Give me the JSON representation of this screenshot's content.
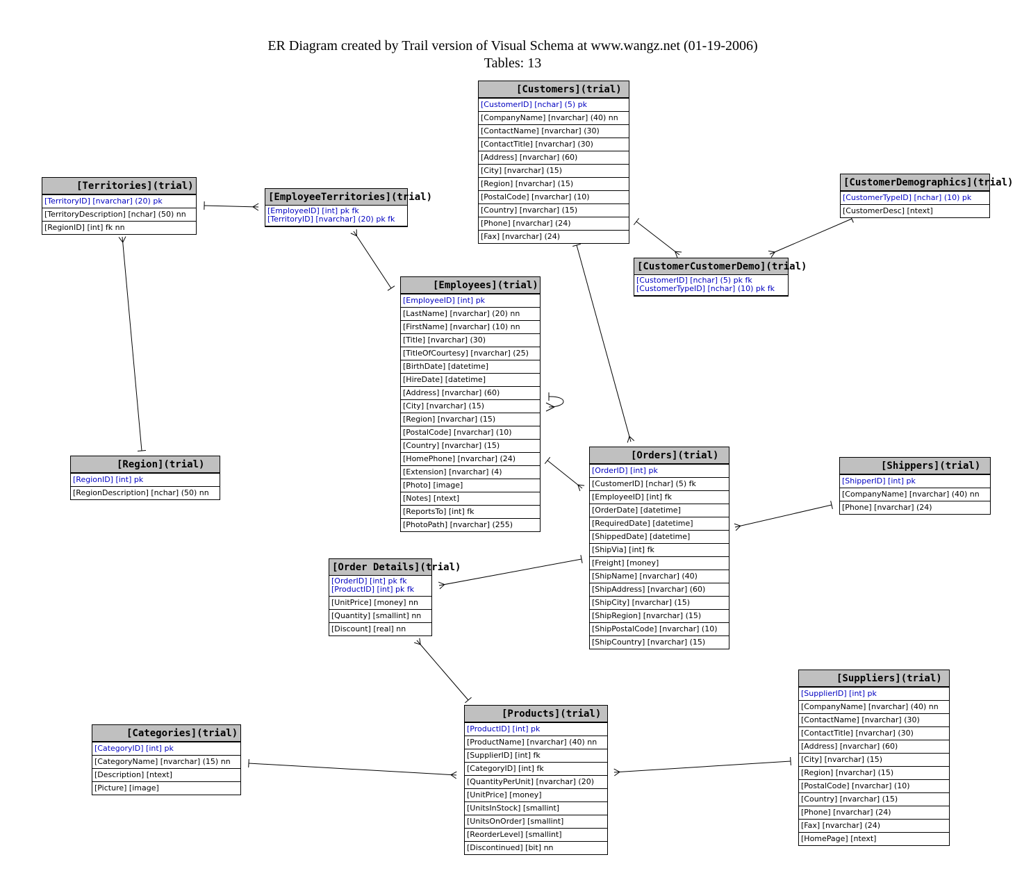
{
  "title": {
    "line1": "ER Diagram created by Trail version of Visual Schema at www.wangz.net (01-19-2006)",
    "line2": "Tables: 13"
  },
  "colors": {
    "header": "#c0c0c0",
    "key_text": "#0000c0",
    "line": "#000000"
  },
  "tables": {
    "customers": {
      "name": "[Customers](trial)",
      "key_fields": [
        "[CustomerID] [nchar] (5)    pk"
      ],
      "fields": [
        "[CompanyName] [nvarchar] (40)    nn",
        "[ContactName] [nvarchar] (30)",
        "[ContactTitle] [nvarchar] (30)",
        "[Address] [nvarchar] (60)",
        "[City] [nvarchar] (15)",
        "[Region] [nvarchar] (15)",
        "[PostalCode] [nvarchar] (10)",
        "[Country] [nvarchar] (15)",
        "[Phone] [nvarchar] (24)",
        "[Fax] [nvarchar] (24)"
      ]
    },
    "territories": {
      "name": "[Territories](trial)",
      "key_fields": [
        "[TerritoryID] [nvarchar] (20)    pk"
      ],
      "fields": [
        "[TerritoryDescription] [nchar] (50)    nn",
        "[RegionID] [int]  fk nn"
      ]
    },
    "employee_territories": {
      "name": "[EmployeeTerritories](trial)",
      "key_fields": [
        "[EmployeeID] [int]  pk fk",
        "[TerritoryID] [nvarchar] (20)    pk fk"
      ],
      "fields": []
    },
    "customer_demographics": {
      "name": "[CustomerDemographics](trial)",
      "key_fields": [
        "[CustomerTypeID] [nchar] (10)    pk"
      ],
      "fields": [
        "[CustomerDesc] [ntext]"
      ]
    },
    "customer_customer_demo": {
      "name": "[CustomerCustomerDemo](trial)",
      "key_fields": [
        "[CustomerID] [nchar] (5)    pk fk",
        "[CustomerTypeID] [nchar] (10)    pk fk"
      ],
      "fields": []
    },
    "employees": {
      "name": "[Employees](trial)",
      "key_fields": [
        "[EmployeeID] [int]  pk"
      ],
      "fields": [
        "[LastName] [nvarchar] (20)    nn",
        "[FirstName] [nvarchar] (10)    nn",
        "[Title] [nvarchar] (30)",
        "[TitleOfCourtesy] [nvarchar] (25)",
        "[BirthDate] [datetime]",
        "[HireDate] [datetime]",
        "[Address] [nvarchar] (60)",
        "[City] [nvarchar] (15)",
        "[Region] [nvarchar] (15)",
        "[PostalCode] [nvarchar] (10)",
        "[Country] [nvarchar] (15)",
        "[HomePhone] [nvarchar] (24)",
        "[Extension] [nvarchar] (4)",
        "[Photo] [image]",
        "[Notes] [ntext]",
        "[ReportsTo] [int]  fk",
        "[PhotoPath] [nvarchar] (255)"
      ]
    },
    "region": {
      "name": "[Region](trial)",
      "key_fields": [
        "[RegionID] [int]  pk"
      ],
      "fields": [
        "[RegionDescription] [nchar] (50)    nn"
      ]
    },
    "orders": {
      "name": "[Orders](trial)",
      "key_fields": [
        "[OrderID] [int]  pk"
      ],
      "fields": [
        "[CustomerID] [nchar] (5)     fk",
        "[EmployeeID] [int]  fk",
        "[OrderDate] [datetime]",
        "[RequiredDate] [datetime]",
        "[ShippedDate] [datetime]",
        "[ShipVia] [int]  fk",
        "[Freight] [money]",
        "[ShipName] [nvarchar] (40)",
        "[ShipAddress] [nvarchar] (60)",
        "[ShipCity] [nvarchar] (15)",
        "[ShipRegion] [nvarchar] (15)",
        "[ShipPostalCode] [nvarchar] (10)",
        "[ShipCountry] [nvarchar] (15)"
      ]
    },
    "shippers": {
      "name": "[Shippers](trial)",
      "key_fields": [
        "[ShipperID] [int]  pk"
      ],
      "fields": [
        "[CompanyName] [nvarchar] (40)    nn",
        "[Phone] [nvarchar] (24)"
      ]
    },
    "order_details": {
      "name": "[Order Details](trial)",
      "key_fields": [
        "[OrderID] [int]  pk fk",
        "[ProductID] [int]  pk fk"
      ],
      "fields": [
        "[UnitPrice] [money]  nn",
        "[Quantity] [smallint]  nn",
        "[Discount] [real]  nn"
      ]
    },
    "suppliers": {
      "name": "[Suppliers](trial)",
      "key_fields": [
        "[SupplierID] [int]  pk"
      ],
      "fields": [
        "[CompanyName] [nvarchar] (40)    nn",
        "[ContactName] [nvarchar] (30)",
        "[ContactTitle] [nvarchar] (30)",
        "[Address] [nvarchar] (60)",
        "[City] [nvarchar] (15)",
        "[Region] [nvarchar] (15)",
        "[PostalCode] [nvarchar] (10)",
        "[Country] [nvarchar] (15)",
        "[Phone] [nvarchar] (24)",
        "[Fax] [nvarchar] (24)",
        "[HomePage] [ntext]"
      ]
    },
    "products": {
      "name": "[Products](trial)",
      "key_fields": [
        "[ProductID] [int]  pk"
      ],
      "fields": [
        "[ProductName] [nvarchar] (40)    nn",
        "[SupplierID] [int]  fk",
        "[CategoryID] [int]  fk",
        "[QuantityPerUnit] [nvarchar] (20)",
        "[UnitPrice] [money]",
        "[UnitsInStock] [smallint]",
        "[UnitsOnOrder] [smallint]",
        "[ReorderLevel] [smallint]",
        "[Discontinued] [bit]  nn"
      ]
    },
    "categories": {
      "name": "[Categories](trial)",
      "key_fields": [
        "[CategoryID] [int]  pk"
      ],
      "fields": [
        "[CategoryName] [nvarchar] (15)    nn",
        "[Description] [ntext]",
        "[Picture] [image]"
      ]
    }
  }
}
